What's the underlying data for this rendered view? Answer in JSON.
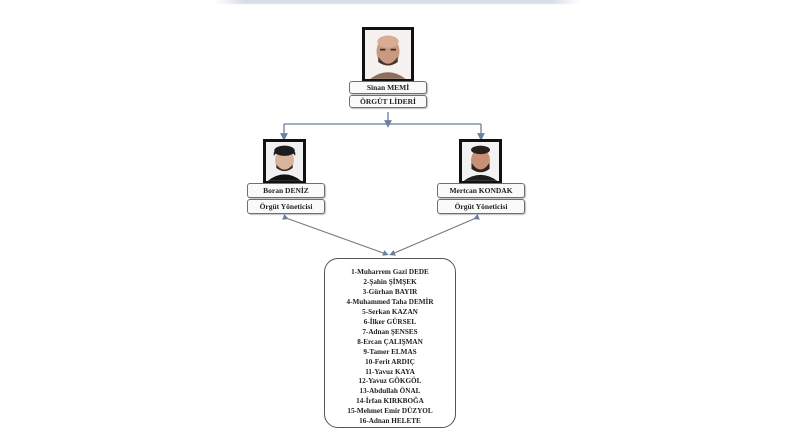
{
  "header": {
    "title_cropped": ""
  },
  "colors": {
    "connector": "#6b7f9e",
    "box_border": "#6f6f6f",
    "photo_frame": "#111111",
    "text": "#222222"
  },
  "leader": {
    "name": "Sinan MEMİ",
    "role": "ÖRGÜT LİDERİ"
  },
  "managers": [
    {
      "name": "Boran DENİZ",
      "role": "Örgüt Yöneticisi"
    },
    {
      "name": "Mertcan KONDAK",
      "role": "Örgüt Yöneticisi"
    }
  ],
  "members": [
    "1-Muharrem Gazi DEDE",
    "2-Şahin ŞİMŞEK",
    "3-Gürhan BAYIR",
    "4-Muhammed Taha DEMİR",
    "5-Serkan KAZAN",
    "6-İlker GÜRSEL",
    "7-Adnan ŞENSES",
    "8-Ercan ÇALIŞMAN",
    "9-Tamer ELMAS",
    "10-Ferit ARDIÇ",
    "11-Yavuz KAYA",
    "12-Yavuz GÖKGÖL",
    "13-Abdullah ÖNAL",
    "14-İrfan KIRKBOĞA",
    "15-Mehmet Emir DÜZYOL",
    "16-Adnan HELETE"
  ]
}
